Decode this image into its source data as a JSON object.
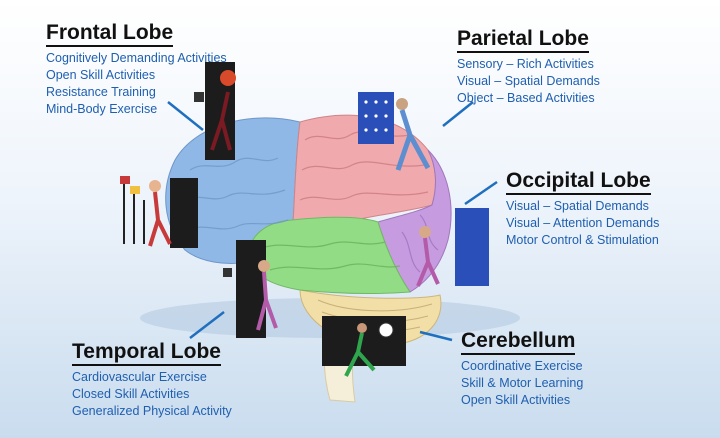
{
  "frontal": {
    "title": "Frontal Lobe",
    "items": [
      "Cognitively Demanding Activities",
      "Open Skill Activities",
      "Resistance Training",
      "Mind-Body Exercise"
    ]
  },
  "parietal": {
    "title": "Parietal Lobe",
    "items": [
      "Sensory – Rich Activities",
      "Visual – Spatial Demands",
      "Object – Based Activities"
    ]
  },
  "occipital": {
    "title": "Occipital Lobe",
    "items": [
      "Visual – Spatial Demands",
      "Visual – Attention Demands",
      "Motor Control & Stimulation"
    ]
  },
  "temporal": {
    "title": "Temporal Lobe",
    "items": [
      "Cardiovascular Exercise",
      "Closed Skill Activities",
      "Generalized Physical Activity"
    ]
  },
  "cerebellum": {
    "title": "Cerebellum",
    "items": [
      "Coordinative Exercise",
      "Skill & Motor Learning",
      "Open Skill Activities"
    ]
  },
  "colors": {
    "frontal": "#8fb8e6",
    "parietal": "#f0a9ad",
    "occipital": "#c79be0",
    "temporal": "#93dc86",
    "cerebellum": "#f3e2b0",
    "brainstem": "#f7f0dc",
    "label_text": "#1f5fb0",
    "connector": "#1f6fbf"
  }
}
